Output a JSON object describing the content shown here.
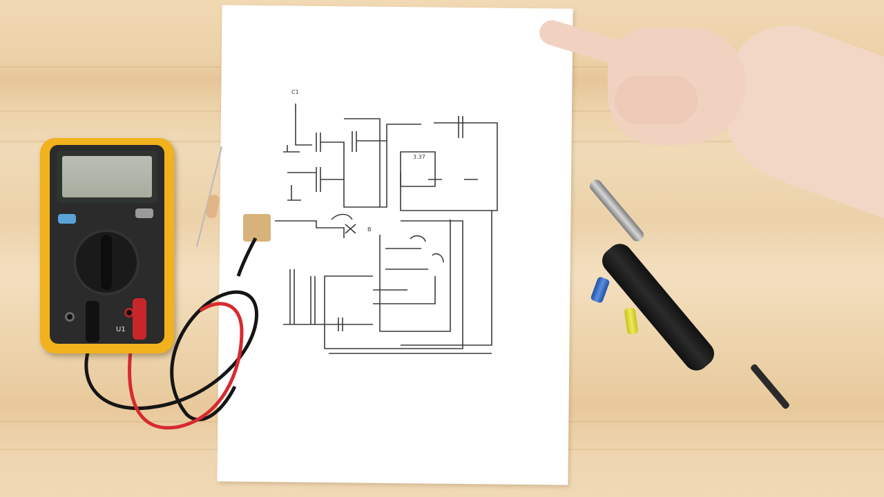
{
  "scene": {
    "surface": "wooden-desk",
    "objects": [
      "multimeter",
      "probe-leads",
      "schematic-paper",
      "soldering-iron",
      "capacitor-blue",
      "capacitor-yellow",
      "resistor",
      "pointing-hand"
    ]
  },
  "multimeter": {
    "label": "U1",
    "body_color": "#f1b21e",
    "face_color": "#2b2b2b"
  },
  "leads": {
    "red_color": "#d72a2f",
    "black_color": "#151515"
  },
  "schematic": {
    "labels": [
      "C1",
      "3.37",
      "B"
    ]
  },
  "colors": {
    "wood": "#eed4ad",
    "paper": "#ffffff",
    "skin": "#f1d2c1",
    "iron": "#1a1a1a"
  }
}
